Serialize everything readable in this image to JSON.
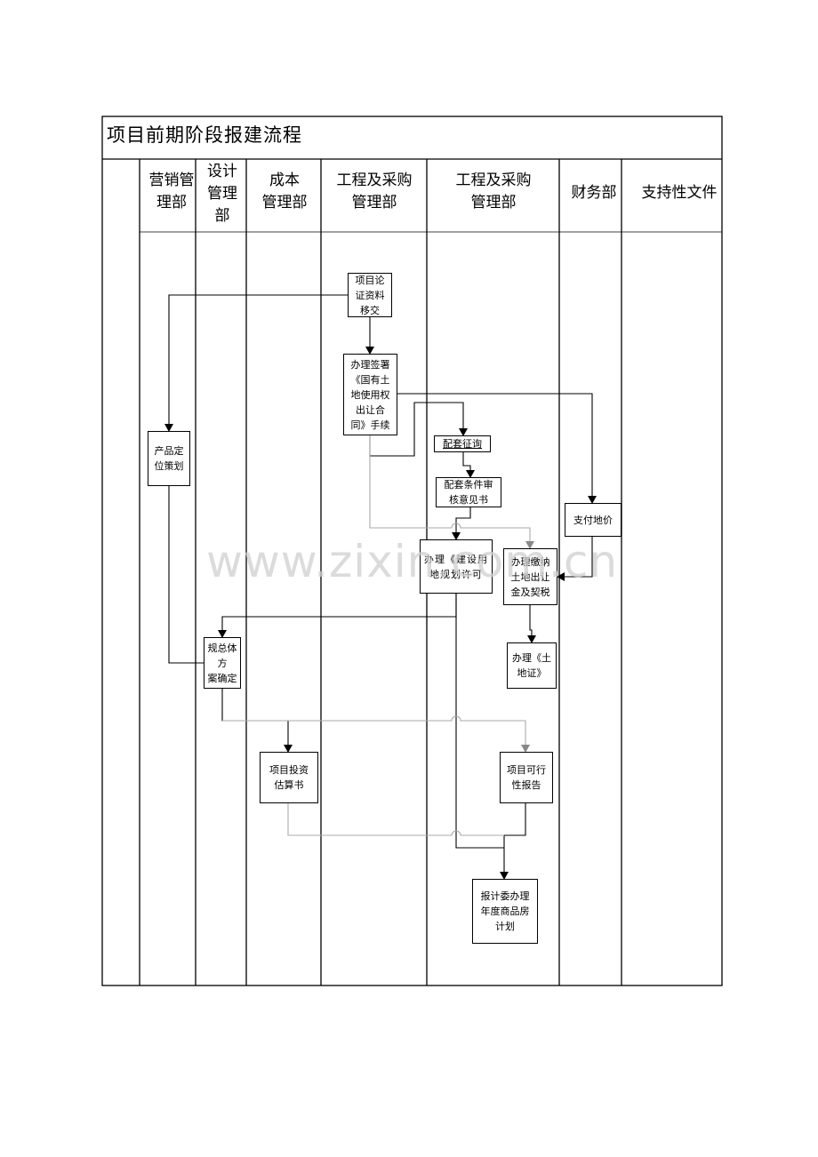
{
  "title": "项目前期阶段报建流程",
  "columns": [
    "营销管\n理部",
    "设计\n管理\n部",
    "成本\n管理部",
    "工程及采购\n管理部",
    "工程及采购\n管理部",
    "财务部",
    "支持性文件"
  ],
  "boxes": {
    "b1": "项目论\n证资料\n移交",
    "b2": "办理签署\n《国有土\n地使用权\n出让合\n同》手续",
    "b3": "产品定\n位策划",
    "b4": "配套征询",
    "b5": "配套条件审\n核意见书",
    "b6": "支付地价",
    "b7": "办理《建设用\n地规划许可",
    "b8": "办理缴纳\n土地出让\n金及契税",
    "b9": "规总体方\n案确定",
    "b10": "办理《土\n地证》",
    "b11": "项目投资\n估算书",
    "b12": "项目可行\n性报告",
    "b13": "报计委办理\n年度商品房\n计划"
  },
  "watermark": "www.zixin.com.cn"
}
